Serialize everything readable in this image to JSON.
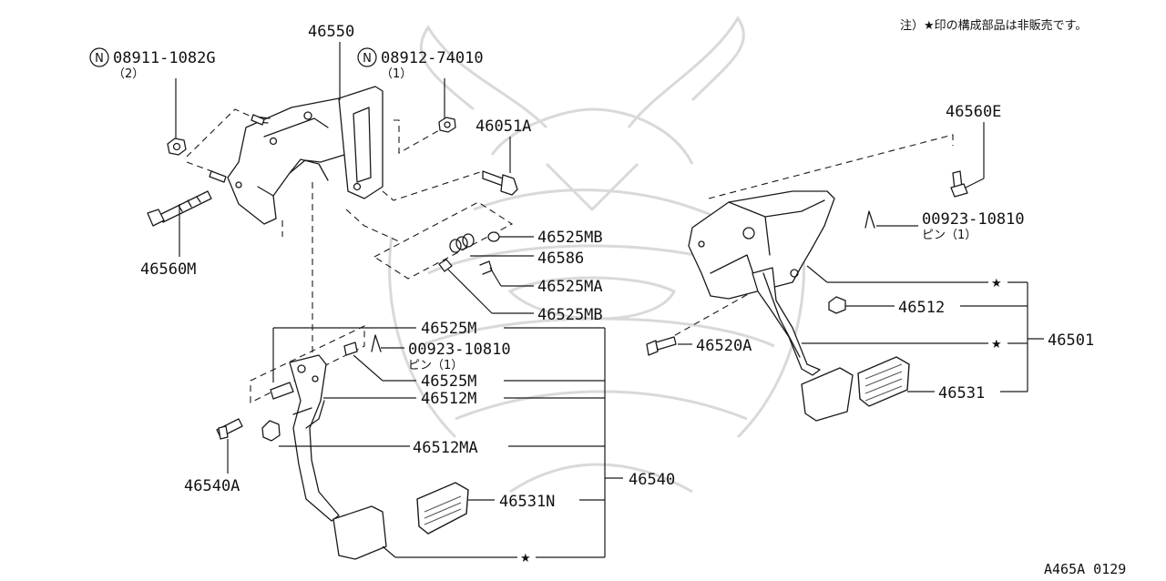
{
  "note": "注）★印の構成部品は非販売です。",
  "footer_code": "A465A 0129",
  "labels": {
    "p46550": "46550",
    "n08911": "08911-1082G",
    "n08911_qty": "（2）",
    "n08912": "08912-74010",
    "n08912_qty": "（1）",
    "p46051A": "46051A",
    "p46560M": "46560M",
    "p46525MB_1": "46525MB",
    "p46586": "46586",
    "p46525MA": "46525MA",
    "p46525MB_2": "46525MB",
    "p46525M_1": "46525M",
    "p00923_left": "00923-10810",
    "pin_left": "ピン（1）",
    "p46525M_2": "46525M",
    "p46512M": "46512M",
    "p46512MA": "46512MA",
    "p46540A": "46540A",
    "p46540": "46540",
    "p46531N": "46531N",
    "p46560E": "46560E",
    "p00923_right": "00923-10810",
    "pin_right": "ピン（1）",
    "p46512": "46512",
    "p46520A": "46520A",
    "p46501": "46501",
    "p46531": "46531"
  },
  "symbols": {
    "n_mark": "N",
    "star": "★"
  }
}
